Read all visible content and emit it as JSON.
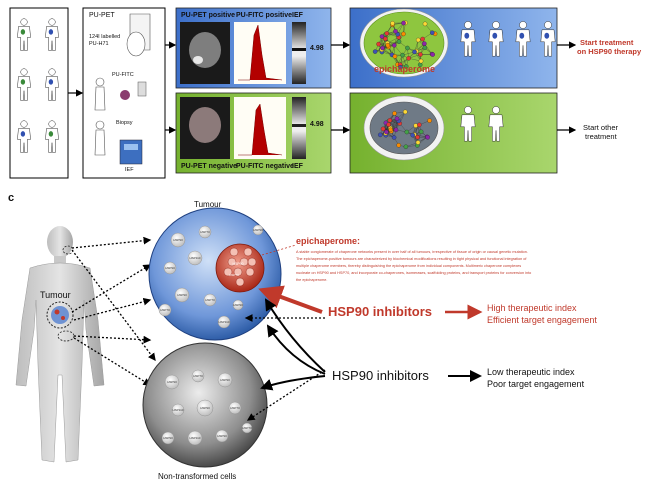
{
  "panel_c_letter": "c",
  "top": {
    "methods": {
      "pu_pet": "PU-PET",
      "labelled_line1": "124I labelled",
      "labelled_line2": "PU-H71",
      "pu_fitc": "PU-FITC",
      "biopsy": "Biopsy",
      "ief": "IEF"
    },
    "positive_row": {
      "pet_label": "PU-PET positive",
      "fitc_label": "PU-FITC positive",
      "ief_label": "IEF",
      "ief_value": "4.98",
      "network_label": "epichaperome",
      "outcome_line1": "Start treatment",
      "outcome_line2": "on HSP90 therapy",
      "colors": {
        "panel": "#5b8fd8",
        "outcome": "#c0392b"
      }
    },
    "negative_row": {
      "pet_label": "PU-PET negative",
      "fitc_label": "PU-FITC negative",
      "ief_label": "IEF",
      "ief_value": "4.98",
      "outcome_line1": "Start other",
      "outcome_line2": "treatment",
      "colors": {
        "panel": "#8cc63f",
        "outcome": "#111111"
      }
    }
  },
  "bottom": {
    "tumour_title": "Tumour",
    "tumour_body_label": "Tumour",
    "normal_title": "Non-transformed cells",
    "epi_title": "epichaperome:",
    "epi_text_1": "A stable conglomerate of chaperone networks present in over half of all tumours, irrespective of tissue of origin or causal genetic mutation.",
    "epi_text_2": "The epichaperome-positive tumours are characterized by biochemical modifications resulting in tight physical and functional integration of",
    "epi_text_3": "multiple chaperome members, thereby distinguishing the epichaperome from individual components. Multimeric chaperone complexes",
    "epi_text_4": "nucleate on HSP90 and HSP70, and incorporate co-chaperones, isomerases, scaffolding proteins, and transport proteins for conversion into",
    "epi_text_5": "the epichaperome.",
    "inhib_red": "HSP90 inhibitors",
    "inhib_black": "HSP90 inhibitors",
    "high_index": "High therapeutic index",
    "efficient": "Efficient target engagement",
    "low_index": "Low therapeutic index",
    "poor": "Poor target engagement",
    "tumour_chaperones": [
      "HSP90",
      "HSP70",
      "HSP90",
      "HSP110",
      "HSP90",
      "HSP70",
      "HSP90",
      "HSP70",
      "HSP90",
      "HSP110"
    ],
    "normal_chaperones": [
      "HSP90",
      "HSP70",
      "HSP90",
      "HSP110",
      "HSP90",
      "HSP70",
      "HSP90",
      "HSP110",
      "HSP90",
      "HSP70"
    ],
    "epi_cluster_labels": [
      "HSP90",
      "HSP70"
    ],
    "colors": {
      "red": "#c0392b",
      "tumour_fill": "#4d78c8",
      "normal_fill": "#6a6a6a"
    }
  }
}
